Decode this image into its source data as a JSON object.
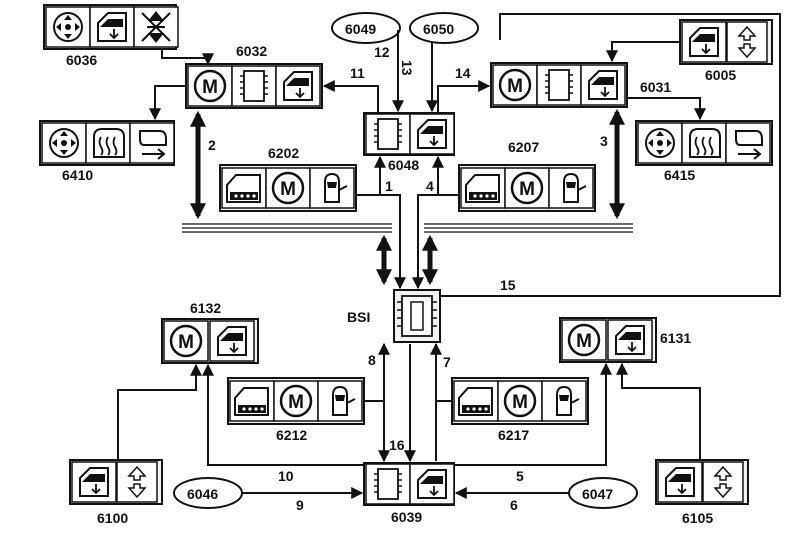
{
  "modules": {
    "m6036": "6036",
    "m6032": "6032",
    "m6049": "6049",
    "m6050": "6050",
    "m6005": "6005",
    "m6031": "6031",
    "m6410": "6410",
    "m6202": "6202",
    "m6048": "6048",
    "m6207": "6207",
    "m6415": "6415",
    "bsi": "BSI",
    "m6132": "6132",
    "m6131": "6131",
    "m6212": "6212",
    "m6217": "6217",
    "m6100": "6100",
    "m6046": "6046",
    "m6039": "6039",
    "m6047": "6047",
    "m6105": "6105"
  },
  "links": {
    "l1": "1",
    "l2": "2",
    "l3": "3",
    "l4": "4",
    "l5": "5",
    "l6": "6",
    "l7": "7",
    "l8": "8",
    "l9": "9",
    "l10": "10",
    "l11": "11",
    "l12": "12",
    "l13": "13",
    "l14": "14",
    "l15": "15",
    "l16": "16"
  },
  "icons": {
    "motor": "M",
    "up_arrow": "⇧",
    "down_arrow": "⇩"
  }
}
